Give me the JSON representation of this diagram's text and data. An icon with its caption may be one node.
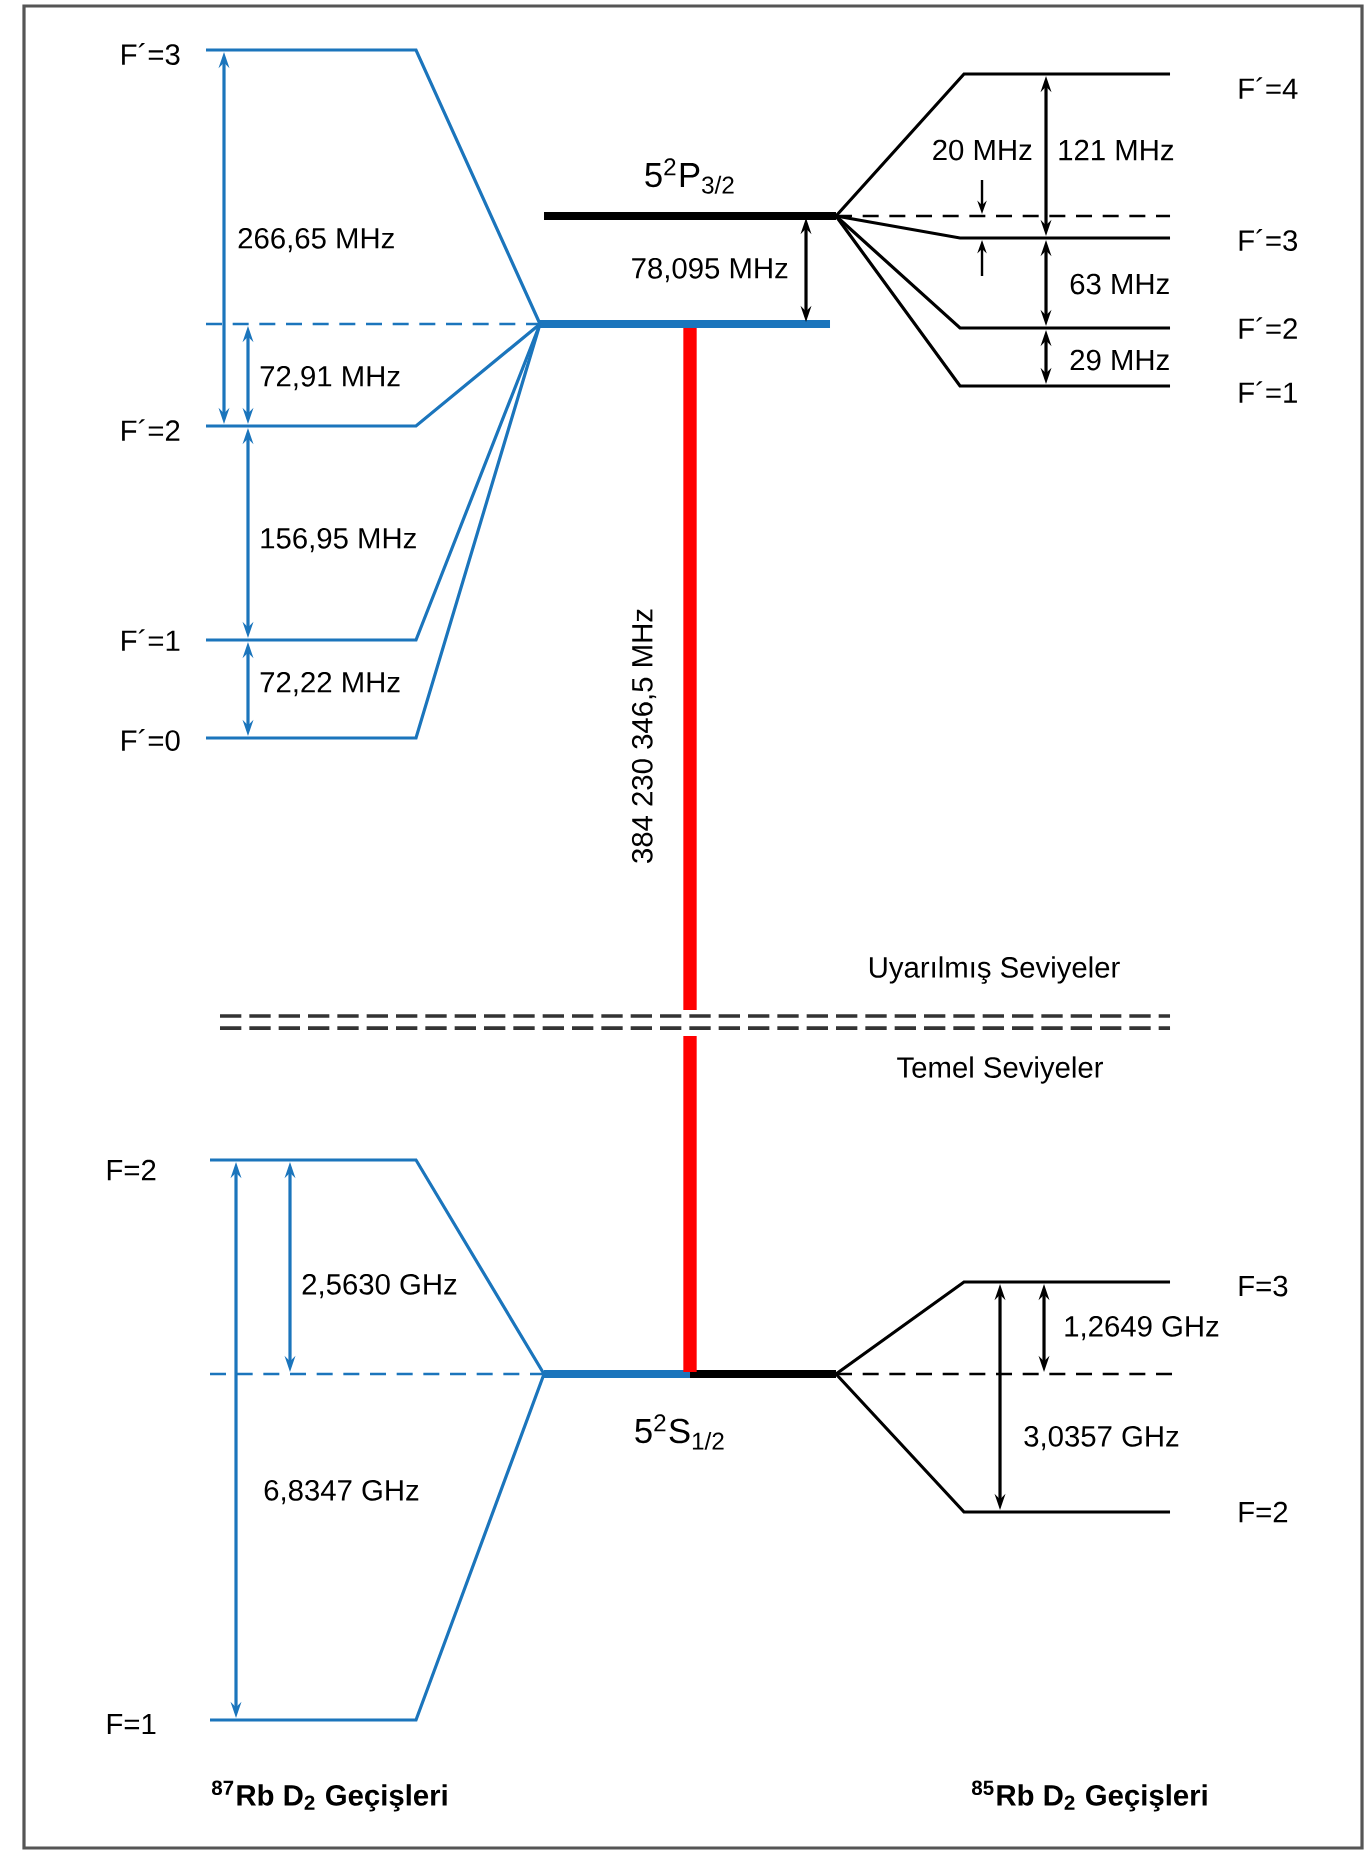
{
  "diagram": {
    "labels": [
      "F´=3",
      "F´=4",
      "5$^{2}$P$_{3/2}$",
      "20 MHz",
      "121 MHz",
      "266,65 MHz",
      "F´=3",
      "78,095 MHz",
      "63 MHz",
      "F´=2",
      "72,91 MHz",
      "29 MHz",
      "F´=1",
      "F´=2",
      "156,95 MHz",
      "F´=1",
      "72,22 MHz",
      "F´=0",
      "384 230 346,5 MHz",
      "Uyarılmış Seviyeler",
      "Temel Seviyeler",
      "F=2",
      "2,5630 GHz",
      "F=3",
      "1,2649 GHz",
      "5$^{2}$S$_{1/2}$",
      "3,0357 GHz",
      "6,8347 GHz",
      "F=2",
      "F=1",
      "$^{87}$Rb D$_{2}$ Geçişleri",
      "$^{85}$Rb D$_{2}$ Geçişleri"
    ]
  }
}
